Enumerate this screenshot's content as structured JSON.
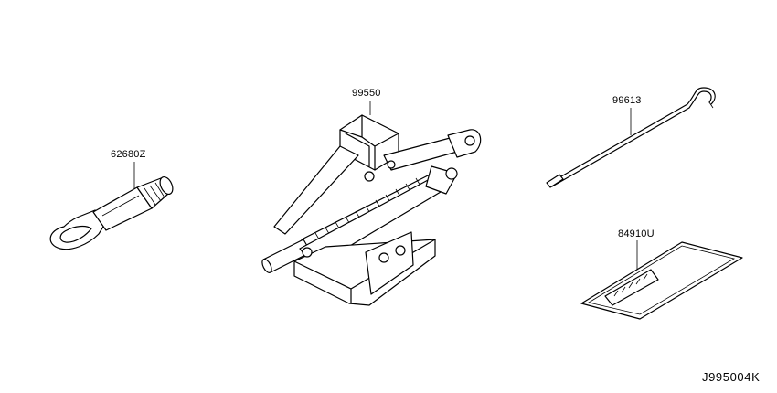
{
  "parts": [
    {
      "part_number": "62680Z"
    },
    {
      "part_number": "99550"
    },
    {
      "part_number": "99613"
    },
    {
      "part_number": "84910U"
    }
  ],
  "diagram_code": "J995004K"
}
